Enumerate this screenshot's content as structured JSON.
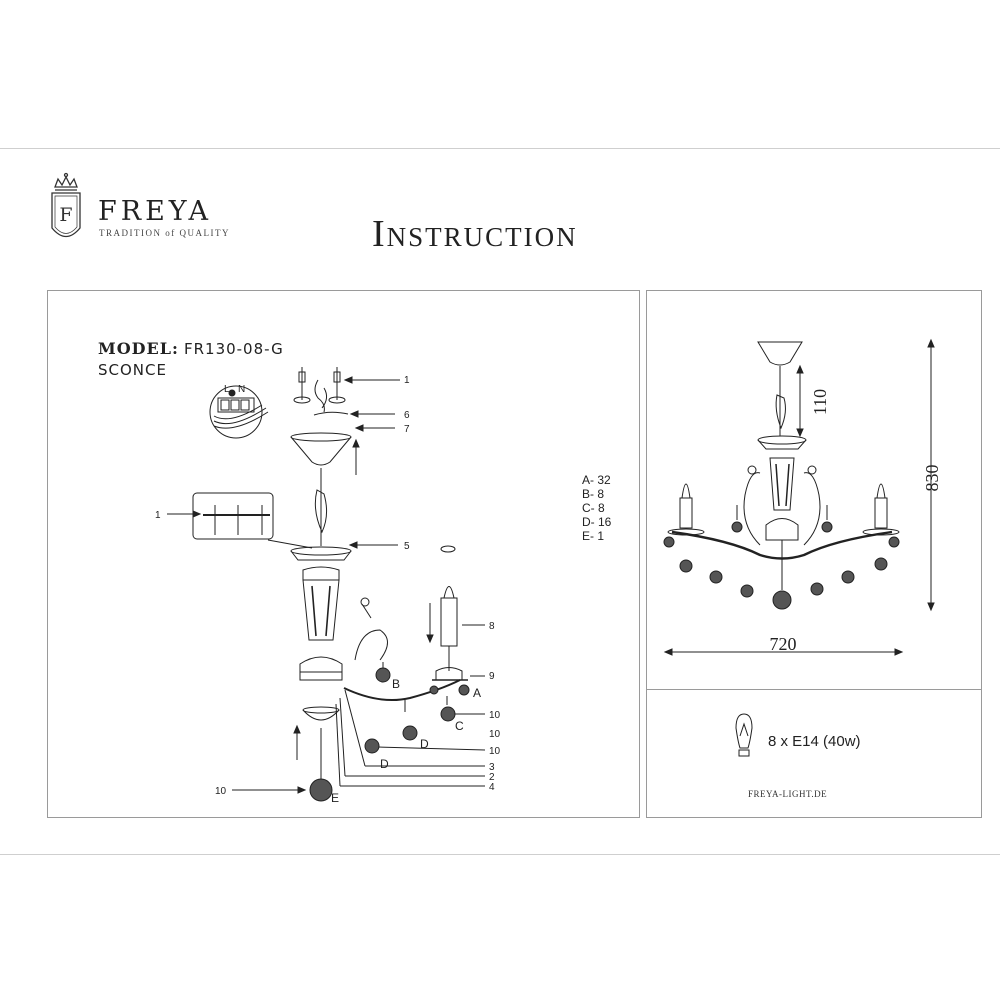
{
  "brand": {
    "name": "FREYA",
    "tagline": "TRADITION of QUALITY",
    "monogram": "F"
  },
  "header": {
    "title": "Instruction"
  },
  "model": {
    "label": "MODEL:",
    "value": "FR130-08-G",
    "type": "SCONCE"
  },
  "callouts": {
    "n1_top": "1",
    "n6": "6",
    "n7": "7",
    "n1_left": "1",
    "n5": "5",
    "n8": "8",
    "n9": "9",
    "n10_a": "10",
    "n10_b": "10",
    "n10_c": "10",
    "n3": "3",
    "n2": "2",
    "n4": "4",
    "n10_left": "10",
    "A": "A",
    "B": "B",
    "C": "C",
    "D1": "D",
    "D2": "D",
    "E": "E",
    "L": "L",
    "N": "N"
  },
  "parts_list": [
    "A- 32",
    "B- 8",
    "C- 8",
    "D- 16",
    "E- 1"
  ],
  "dimensions": {
    "height_total": "830",
    "height_chain": "110",
    "width": "720"
  },
  "bulb": {
    "spec": "8 x E14 (40w)"
  },
  "website": "FREYA-LIGHT.DE",
  "colors": {
    "line": "#222222",
    "frame": "#9a9a9a",
    "crystal": "#555555"
  }
}
